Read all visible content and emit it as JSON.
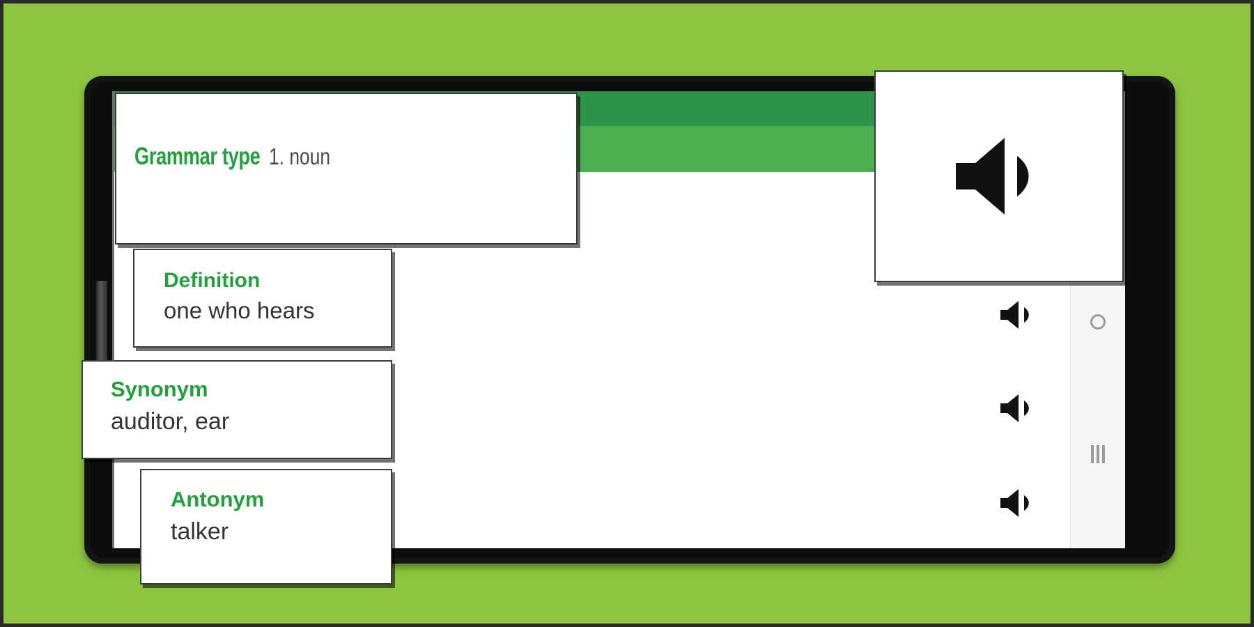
{
  "app": {
    "name": "Dictionary word detail",
    "device": "android-tablet-landscape"
  },
  "colors": {
    "backdrop_green": "#8cc63f",
    "header_dark_green": "#2e9449",
    "header_light_green": "#4caf50",
    "label_green": "#22a03c",
    "value_gray": "#333333",
    "frame_black": "#141414"
  },
  "cards": {
    "grammar": {
      "label": "Grammar type",
      "value": "1. noun"
    },
    "definition": {
      "label": "Definition",
      "value": "one who hears"
    },
    "synonym": {
      "label": "Synonym",
      "value": "auditor, ear"
    },
    "antonym": {
      "label": "Antonym",
      "value": "talker"
    }
  },
  "speaker_popup": {
    "icon": "speaker-volume-icon"
  },
  "speaker_buttons": [
    {
      "icon": "speaker-volume-icon",
      "row": "grammar-pronounce"
    },
    {
      "icon": "speaker-volume-icon",
      "row": "definition-pronounce"
    },
    {
      "icon": "speaker-volume-icon",
      "row": "synonym-pronounce"
    }
  ],
  "navbar": {
    "home": "home-circle-icon",
    "recents": "recent-apps-icon"
  },
  "hardware": {
    "volume_rocker": "volume-rocker-button"
  }
}
